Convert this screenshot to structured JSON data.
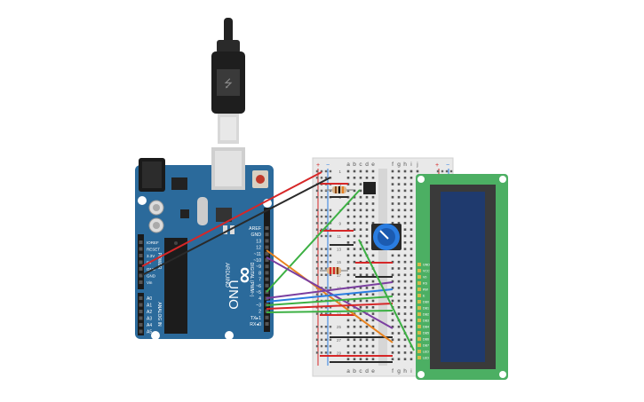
{
  "arduino": {
    "brand_logo": "∞",
    "model": "UNO",
    "vertical_brand": "ARDUINO",
    "digital_header_label": "DIGITAL (PWM~)",
    "power_label": "POWER",
    "analog_label": "ANALOG IN",
    "digital_pins": [
      "AREF",
      "GND",
      "13",
      "12",
      "~11",
      "~10",
      "~9",
      "8",
      "7",
      "~6",
      "~5",
      "4",
      "~3",
      "2",
      "TX▸1",
      "RX◂0"
    ],
    "power_pins": [
      "IOREF",
      "RESET",
      "3.3V",
      "5V",
      "GND",
      "GND",
      "Vin"
    ],
    "analog_pins": [
      "A0",
      "A1",
      "A2",
      "A3",
      "A4",
      "A5"
    ],
    "tx_label": "TX",
    "rx_label": "RX",
    "on_label": "ON",
    "l_label": "L"
  },
  "breadboard": {
    "columns": [
      "a",
      "b",
      "c",
      "d",
      "e",
      "f",
      "g",
      "h",
      "i",
      "j"
    ],
    "rows": [
      "1",
      "",
      "3",
      "",
      "5",
      "",
      "7",
      "",
      "9",
      "",
      "11",
      "",
      "13",
      "",
      "15",
      "",
      "17",
      "",
      "19",
      "",
      "21",
      "",
      "23",
      "",
      "25",
      "",
      "27",
      "",
      "29",
      ""
    ],
    "plus_label": "+",
    "minus_label": "−"
  },
  "lcd": {
    "pins": [
      "GND",
      "VCC",
      "V0",
      "RS",
      "RW",
      "E",
      "DB0",
      "DB1",
      "DB2",
      "DB3",
      "DB4",
      "DB5",
      "DB6",
      "DB7",
      "LED",
      "LED"
    ],
    "screen_color": "#1f3a6e",
    "board_color": "#4caf63"
  },
  "colors": {
    "arduino_blue": "#2b6a9b",
    "wire_red": "#d62728",
    "wire_black": "#2a2a2a",
    "wire_green": "#3cb043",
    "wire_orange": "#e8821e",
    "wire_purple": "#7b3fa0",
    "wire_blue": "#2a7de1"
  }
}
